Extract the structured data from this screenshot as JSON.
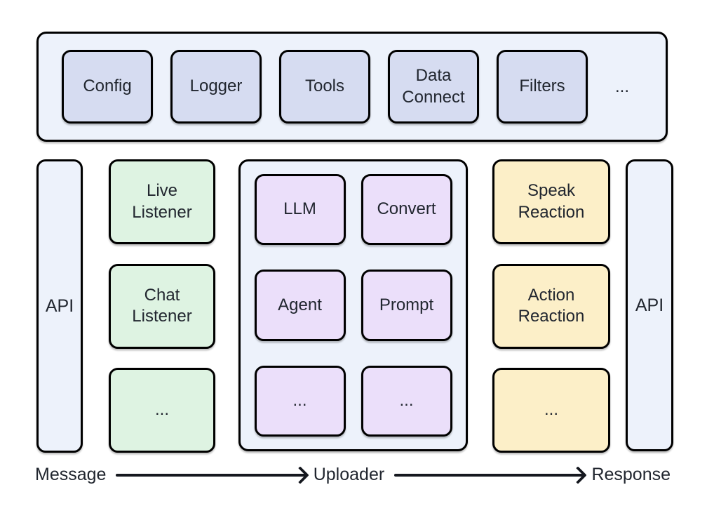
{
  "colors": {
    "container_bg": "#edf2fb",
    "plugin_box_bg": "#d6dcf1",
    "listener_box_bg": "#def3e2",
    "uploader_box_bg": "#ebdffa",
    "reaction_box_bg": "#fcefc8",
    "border": "#000000",
    "text": "#21262f"
  },
  "plugins_bar": {
    "items": [
      "Config",
      "Logger",
      "Tools",
      "Data Connect",
      "Filters"
    ],
    "more_label": "..."
  },
  "api": {
    "left_label": "API",
    "right_label": "API"
  },
  "listeners": {
    "items": [
      "Live Listener",
      "Chat Listener",
      "..."
    ]
  },
  "uploader": {
    "items": [
      "LLM",
      "Convert",
      "Agent",
      "Prompt",
      "...",
      "..."
    ]
  },
  "reactions": {
    "items": [
      "Speak Reaction",
      "Action Reaction",
      "..."
    ]
  },
  "flow": {
    "start": "Message",
    "middle": "Uploader",
    "end": "Response"
  }
}
